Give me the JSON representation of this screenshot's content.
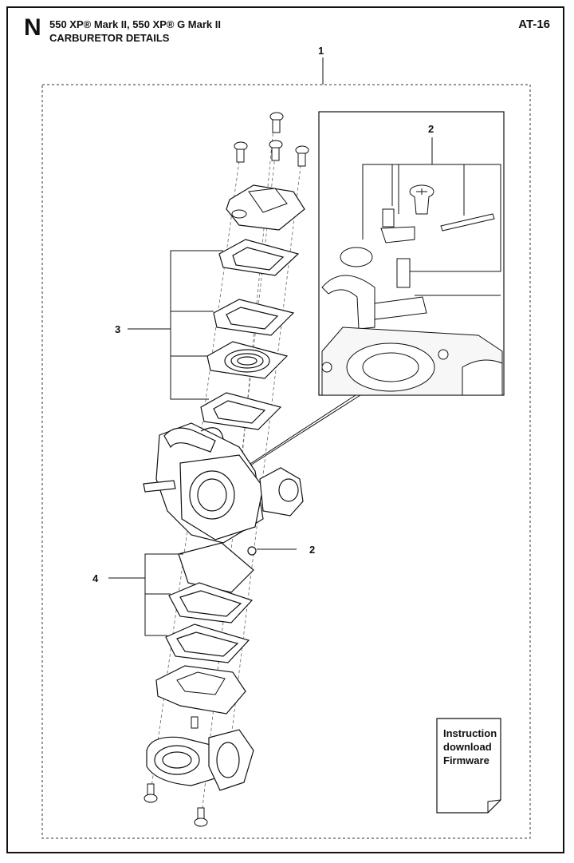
{
  "header": {
    "section_letter": "N",
    "title_line_1": "550 XP® Mark II, 550 XP® G Mark II",
    "title_line_2": "CARBURETOR DETAILS",
    "page_code": "AT-16"
  },
  "callouts": {
    "assembly": "1",
    "detail_top": "2",
    "detail_side": "2",
    "gaskets_upper": "3",
    "gaskets_lower": "4"
  },
  "note": {
    "line_1": "Instruction",
    "line_2": "download",
    "line_3": "Firmware"
  }
}
